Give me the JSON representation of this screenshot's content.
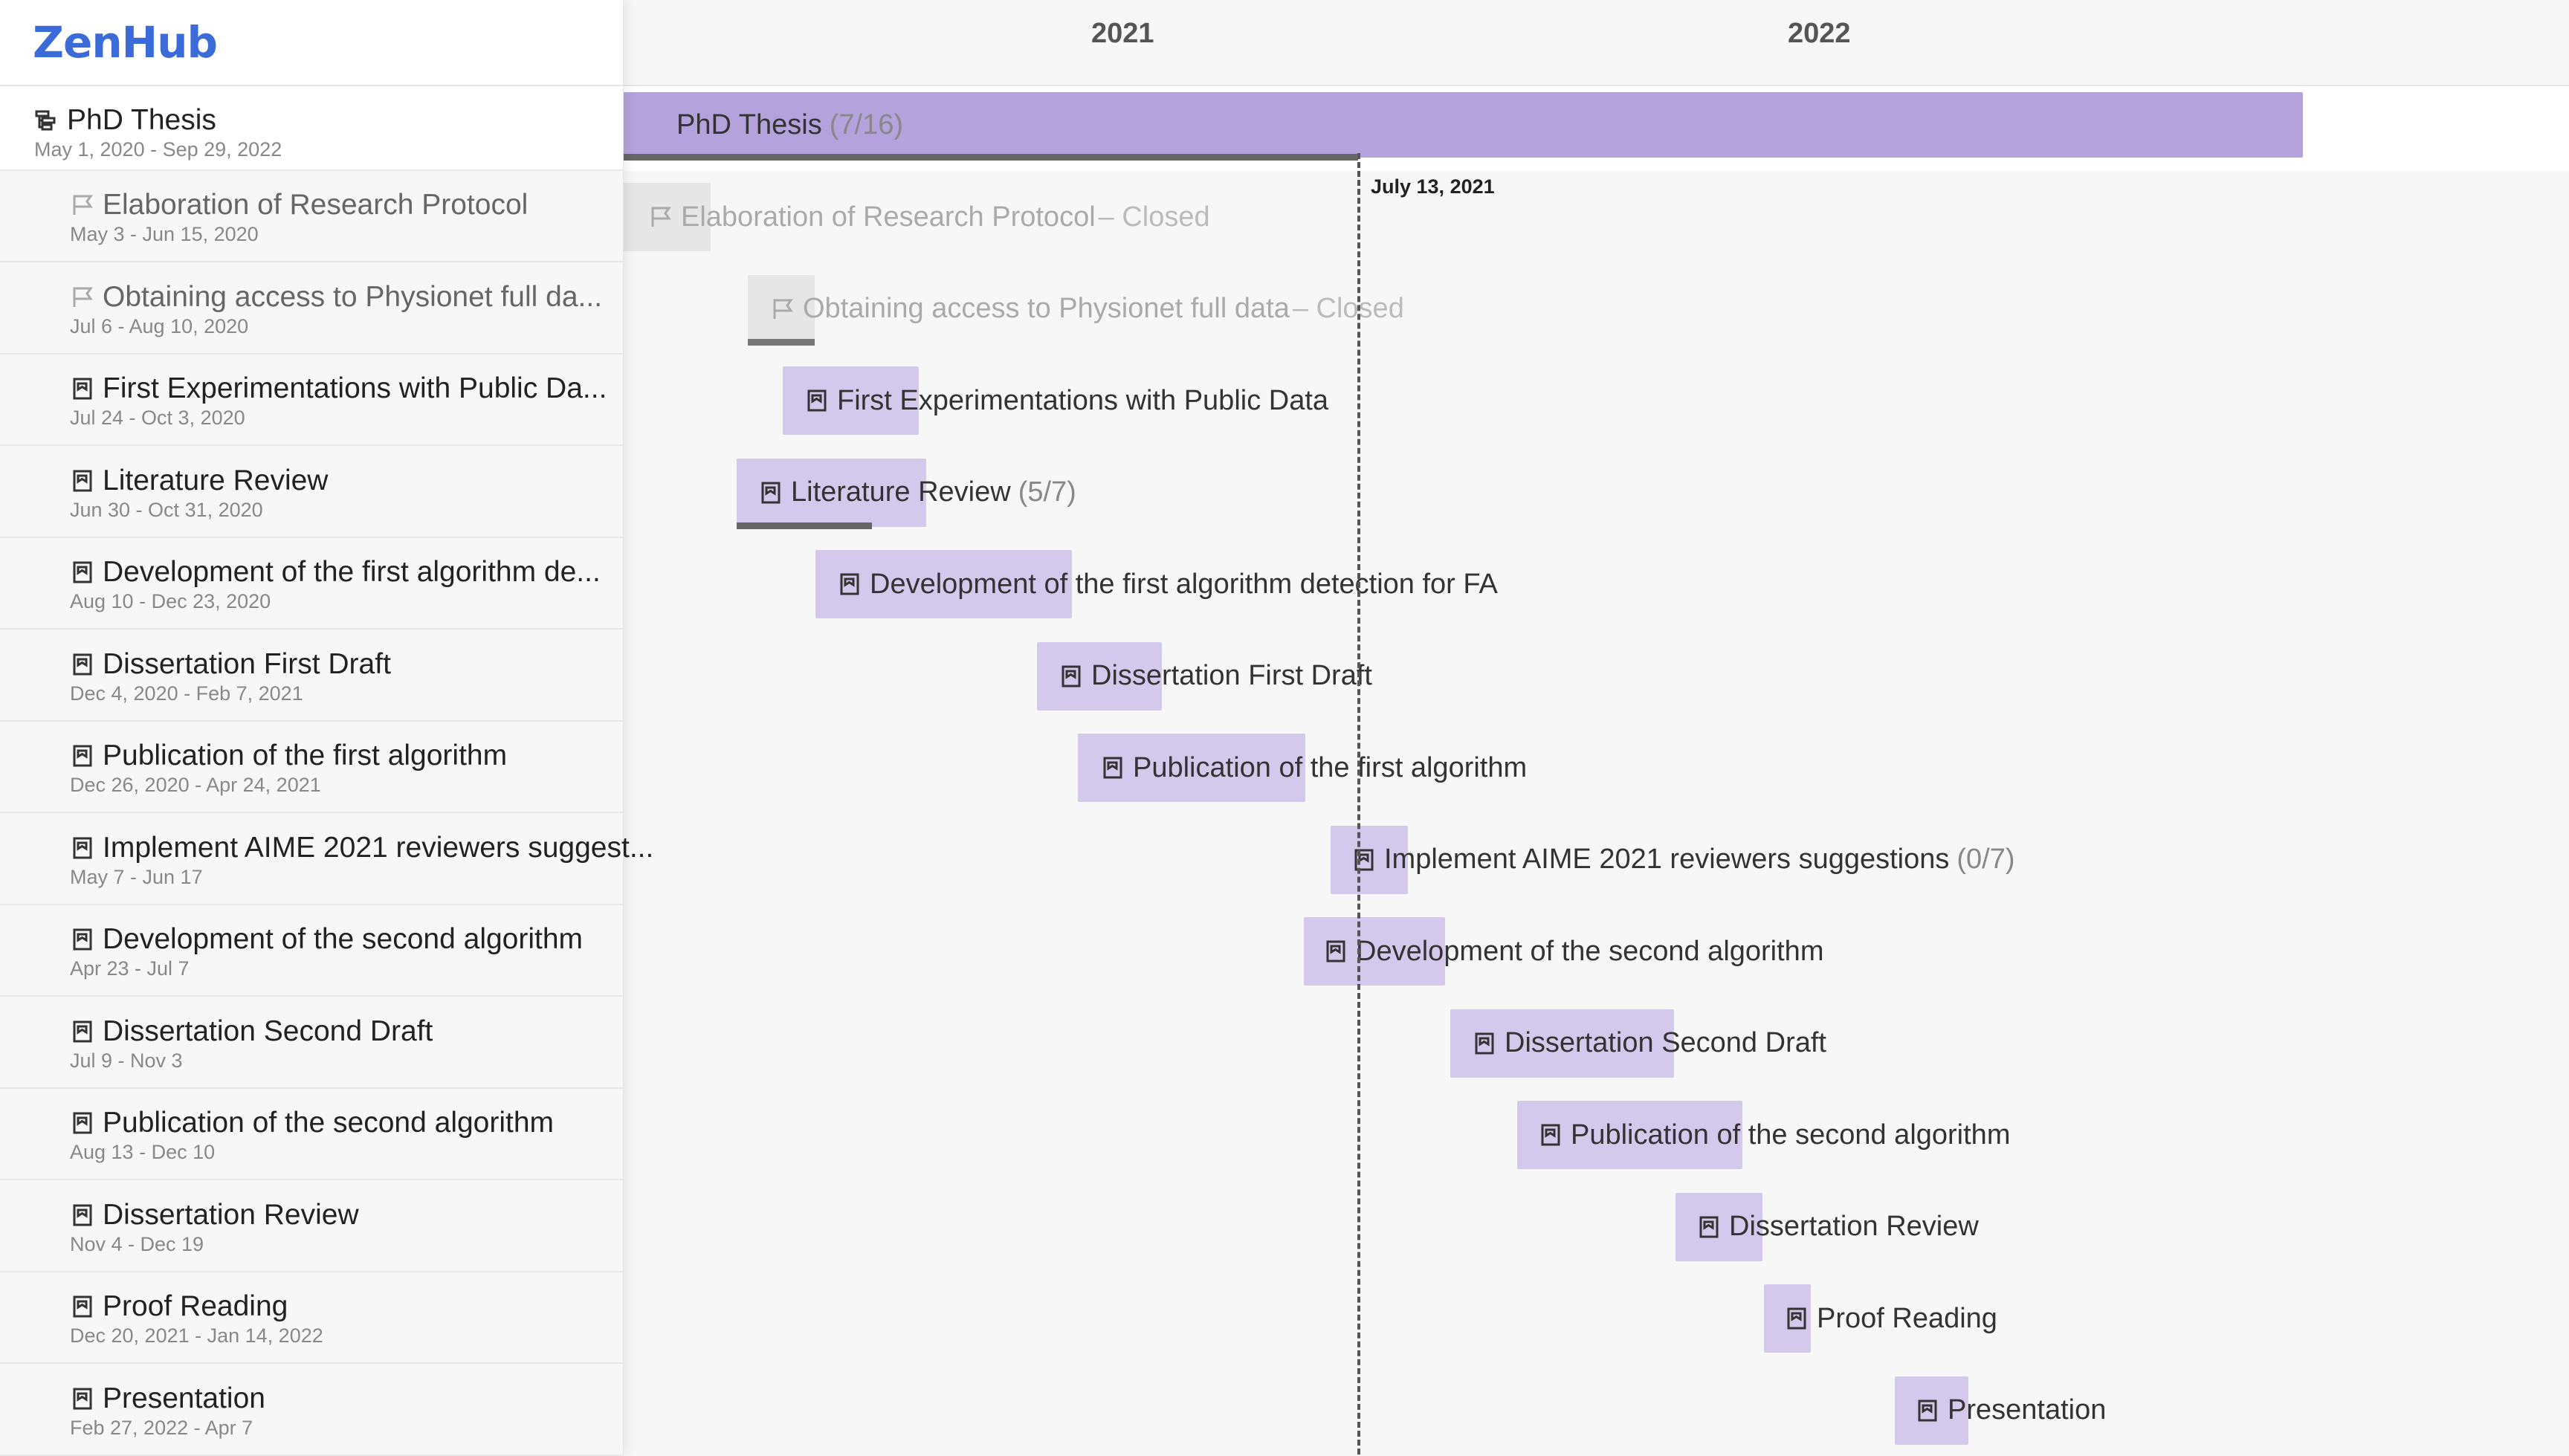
{
  "app": {
    "logo": "ZenHub"
  },
  "timeline": {
    "years": [
      "2021",
      "2022"
    ],
    "today_label": "July 13, 2021"
  },
  "epic": {
    "title": "PhD Thesis",
    "progress_text": "(7/16)",
    "dates": "May 1, 2020 - Sep 29, 2022",
    "icon": "epic-icon"
  },
  "issues": [
    {
      "title": "Elaboration of Research Protocol",
      "sidebar_title": "Elaboration of Research Protocol",
      "dates": "May 3 - Jun 15, 2020",
      "status": "– Closed",
      "icon": "closed-issue-icon",
      "closed": true
    },
    {
      "title": "Obtaining access to Physionet full data",
      "sidebar_title": "Obtaining access to Physionet full da...",
      "dates": "Jul 6 - Aug 10, 2020",
      "status": "– Closed",
      "icon": "closed-issue-icon",
      "closed": true
    },
    {
      "title": "First Experimentations with Public Data",
      "sidebar_title": "First Experimentations with Public Da...",
      "dates": "Jul 24 - Oct 3, 2020",
      "status": "",
      "icon": "issue-icon",
      "closed": false
    },
    {
      "title": "Literature Review",
      "sidebar_title": "Literature Review",
      "dates": "Jun 30 - Oct 31, 2020",
      "status": "(5/7)",
      "icon": "issue-icon",
      "closed": false
    },
    {
      "title": "Development of the first algorithm detection for FA",
      "sidebar_title": "Development of the first algorithm de...",
      "dates": "Aug 10 - Dec 23, 2020",
      "status": "",
      "icon": "issue-icon",
      "closed": false
    },
    {
      "title": "Dissertation First Draft",
      "sidebar_title": "Dissertation First Draft",
      "dates": "Dec 4, 2020 - Feb 7, 2021",
      "status": "",
      "icon": "issue-icon",
      "closed": false
    },
    {
      "title": "Publication of the first algorithm",
      "sidebar_title": "Publication of the first algorithm",
      "dates": "Dec 26, 2020 - Apr 24, 2021",
      "status": "",
      "icon": "issue-icon",
      "closed": false
    },
    {
      "title": "Implement AIME 2021 reviewers suggestions",
      "sidebar_title": "Implement AIME 2021 reviewers suggest...",
      "dates": "May 7 - Jun 17",
      "status": "(0/7)",
      "icon": "issue-icon",
      "closed": false
    },
    {
      "title": "Development of the second algorithm",
      "sidebar_title": "Development of the second algorithm",
      "dates": "Apr 23 - Jul 7",
      "status": "",
      "icon": "issue-icon",
      "closed": false
    },
    {
      "title": "Dissertation Second Draft",
      "sidebar_title": "Dissertation Second Draft",
      "dates": "Jul 9 - Nov 3",
      "status": "",
      "icon": "issue-icon",
      "closed": false
    },
    {
      "title": "Publication of the second algorithm",
      "sidebar_title": "Publication of the second algorithm",
      "dates": "Aug 13 - Dec 10",
      "status": "",
      "icon": "issue-icon",
      "closed": false
    },
    {
      "title": "Dissertation Review",
      "sidebar_title": "Dissertation Review",
      "dates": "Nov 4 - Dec 19",
      "status": "",
      "icon": "issue-icon",
      "closed": false
    },
    {
      "title": "Proof Reading",
      "sidebar_title": "Proof Reading",
      "dates": "Dec 20, 2021 - Jan 14, 2022",
      "status": "",
      "icon": "issue-icon",
      "closed": false
    },
    {
      "title": "Presentation",
      "sidebar_title": "Presentation",
      "dates": "Feb 27, 2022 - Apr 7",
      "status": "",
      "icon": "issue-icon",
      "closed": false
    }
  ],
  "progress": {
    "epic_done_fraction": 0.4375,
    "literature_review_done_fraction": 0.714,
    "obtaining_access_done_fraction": 1.0
  },
  "colors": {
    "logo": "#3b6bd9",
    "epic_bar": "#b4a2dc",
    "issue_bar": "#d3c9ec",
    "closed_bar": "#e6e6e6"
  }
}
